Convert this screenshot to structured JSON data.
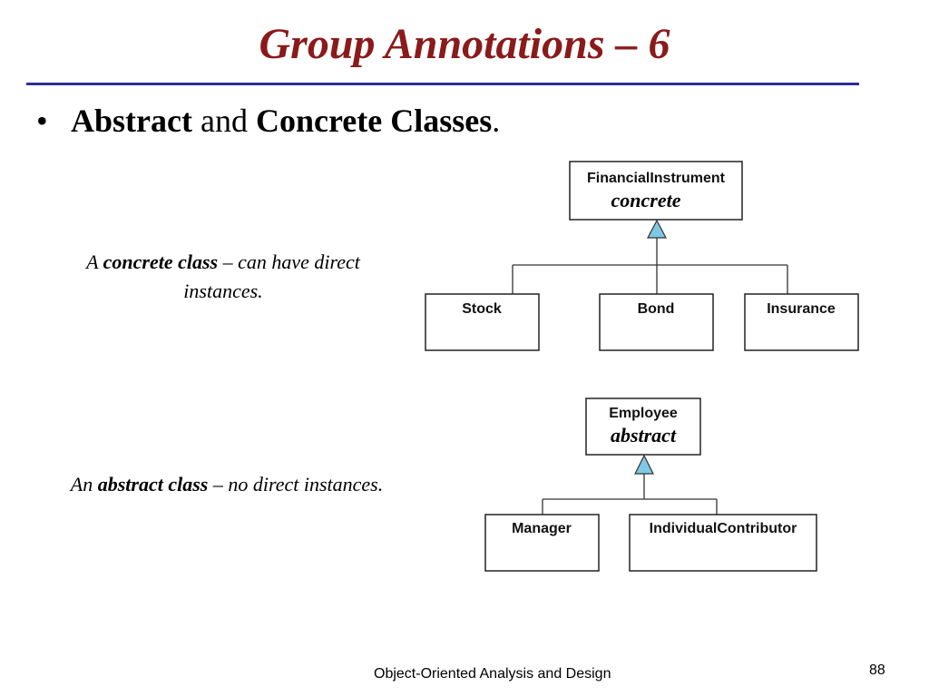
{
  "slide": {
    "title": "Group Annotations – 6",
    "bullet": {
      "marker": "•",
      "word1": "Abstract",
      "joiner": "and",
      "word2": "Concrete Classes",
      "end": "."
    },
    "concrete_note": {
      "prefix": "A",
      "term": "concrete class",
      "suffix": "– can have direct instances."
    },
    "abstract_note": {
      "prefix": "An",
      "term": "abstract class",
      "suffix": "– no direct instances."
    },
    "footer": "Object-Oriented Analysis and Design",
    "page_number": "88"
  },
  "diagram": {
    "colors": {
      "box_stroke": "#222222",
      "line": "#333333",
      "triangle_fill": "#7ec8e3"
    },
    "hierarchy_1": {
      "parent": {
        "name": "FinancialInstrument",
        "stereotype": "concrete"
      },
      "children": [
        {
          "name": "Stock"
        },
        {
          "name": "Bond"
        },
        {
          "name": "Insurance"
        }
      ]
    },
    "hierarchy_2": {
      "parent": {
        "name": "Employee",
        "stereotype": "abstract"
      },
      "children": [
        {
          "name": "Manager"
        },
        {
          "name": "IndividualContributor"
        }
      ]
    }
  }
}
